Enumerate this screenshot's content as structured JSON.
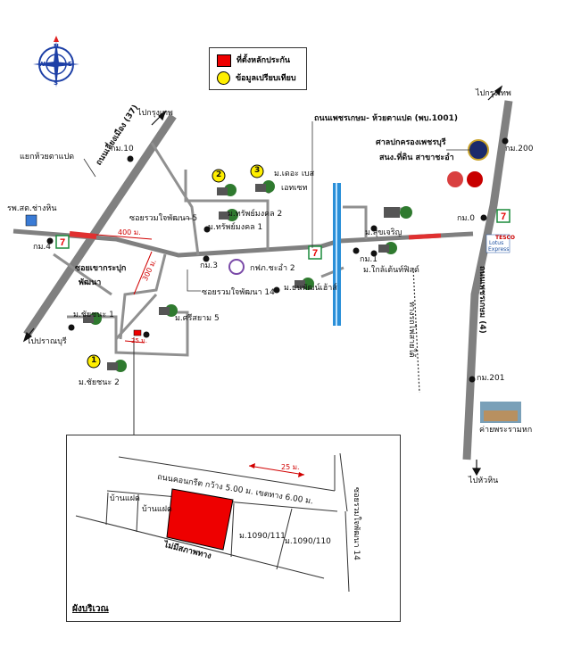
{
  "legend": {
    "site_label": "ที่ตั้งหลักประกัน",
    "compare_label": "ข้อมูลเปรียบเทียบ",
    "site_color": "#ee0000",
    "compare_color": "#ffef00"
  },
  "compass": {
    "north": "N",
    "south": "S",
    "east": "E",
    "west": "W"
  },
  "labels": {
    "to_bangkok_left": "ไปกรุงเทพ",
    "to_bangkok_right": "ไปกรุงเทพ",
    "km10": "กม.10",
    "km200": "กม.200",
    "km0": "กม.0",
    "km4": "กม.4",
    "km3": "กม.3",
    "km1": "กม.1",
    "km201": "กม.201",
    "road_phetkasem": "ถนนเพชรเกษม- ห้วยตาแปด (พบ.1001)",
    "court_line1": "ศาลปกครองเพชรบุรี",
    "court_line2": "สนง.ที่ดิน สาขาชะอำ",
    "intersection": "แยกห้วยตาแปด",
    "road_37": "ถนนเลี่ยงเมือง (37)",
    "hospital": "รพ.สต.ช่างหิน",
    "soi_chaiphatthana5": "ซอยรวมใจพัฒนา 5",
    "dist_400": "400 ม.",
    "soi_khaokrapuk_1": "ซอยเขากระปุก",
    "soi_khaokrapuk_2": "พัฒนา",
    "dist_300": "300 ม.",
    "soi_chaiphatthana14": "ซอยรวมใจพัฒนา 14",
    "mb_chaichana1": "ม.ชัยชนะ 1",
    "mb_chaichana2": "ม.ชัยชนะ 2",
    "to_pranburi": "ไปปราณบุรี",
    "mb_sap_mongkol2": "ม.ทรัพย์มงคล 2",
    "mb_sap_mongkol1": "ม.ทรัพย์มงคล 1",
    "mb_the_base_1": "ม.เดอะ เบส",
    "mb_the_base_2": "เอทเซท",
    "pea": "กฟภ.ชะอำ 2",
    "mb_thanaphat": "ม.ธนพัฒน์เฮ้าส์",
    "mb_sri_siam5": "ม.ศรีสยาม 5",
    "mb_sukcharoen": "ม.สุขเจริญ",
    "mb_klai_field": "ม.ใกล้เต้นท์ฟิลด์",
    "rail": "ทางรถไฟสายใต้",
    "hwy4": "ถนนเพชรเกษม (4)",
    "dist_25_main": "25 ม.",
    "to_huahin": "ไปหัวหิน",
    "camp": "ค่ายพระรามหก",
    "tesco_1": "TESCO",
    "tesco_2": "Lotus",
    "tesco_3": "Express"
  },
  "compare_points": [
    "1",
    "2",
    "3"
  ],
  "inset": {
    "road": "ถนนคอนกรีต กว้าง 5.00 ม. เขตทาง 6.00 ม.",
    "dist": "25 ม.",
    "house_left": "บ้านแฝด",
    "house_mid": "บ้านแฝด",
    "lot_a": "ม.1090/111",
    "lot_b": "ม.1090/110",
    "no_road": "ไม่มีสภาพทาง",
    "soi": "ซอยรวมใจพัฒนา 14",
    "title": "ผังบริเวณ"
  }
}
